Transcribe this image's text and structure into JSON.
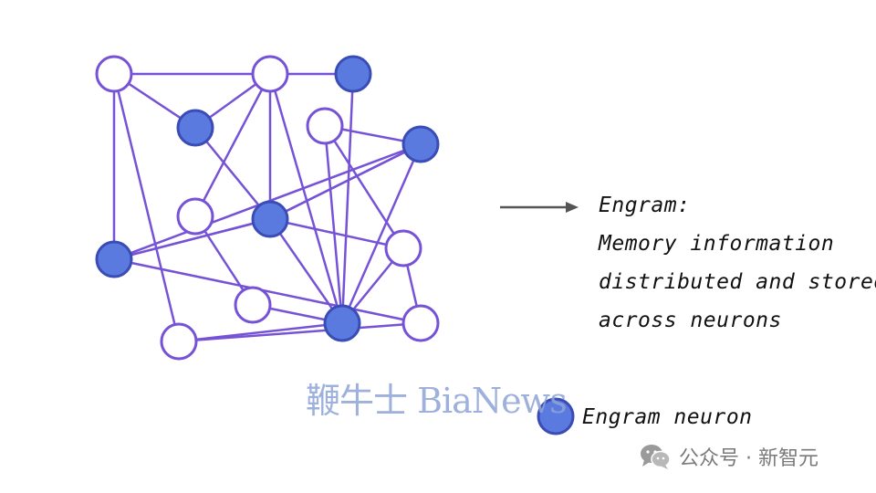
{
  "colors": {
    "edge": "#7653d6",
    "engram_fill": "#5b7ae0",
    "engram_stroke": "#3a4cb5",
    "arrow": "#555555"
  },
  "diagram": {
    "neurons": [
      {
        "id": "n1",
        "engram": false
      },
      {
        "id": "n2",
        "engram": false
      },
      {
        "id": "n3",
        "engram": true
      },
      {
        "id": "n4",
        "engram": true
      },
      {
        "id": "n5",
        "engram": false
      },
      {
        "id": "n6",
        "engram": true
      },
      {
        "id": "n7",
        "engram": false
      },
      {
        "id": "n8",
        "engram": true
      },
      {
        "id": "n9",
        "engram": true
      },
      {
        "id": "n10",
        "engram": false
      },
      {
        "id": "n11",
        "engram": false
      },
      {
        "id": "n12",
        "engram": true
      },
      {
        "id": "n13",
        "engram": false
      },
      {
        "id": "n14",
        "engram": false
      }
    ],
    "connections": [
      [
        "n1",
        "n2"
      ],
      [
        "n1",
        "n4"
      ],
      [
        "n1",
        "n9"
      ],
      [
        "n1",
        "n14"
      ],
      [
        "n2",
        "n4"
      ],
      [
        "n2",
        "n3"
      ],
      [
        "n2",
        "n8"
      ],
      [
        "n2",
        "n7"
      ],
      [
        "n2",
        "n12"
      ],
      [
        "n3",
        "n12"
      ],
      [
        "n4",
        "n8"
      ],
      [
        "n5",
        "n12"
      ],
      [
        "n5",
        "n6"
      ],
      [
        "n6",
        "n9"
      ],
      [
        "n6",
        "n12"
      ],
      [
        "n6",
        "n8"
      ],
      [
        "n7",
        "n11"
      ],
      [
        "n8",
        "n9"
      ],
      [
        "n8",
        "n6"
      ],
      [
        "n8",
        "n10"
      ],
      [
        "n8",
        "n12"
      ],
      [
        "n9",
        "n13"
      ],
      [
        "n9",
        "n8"
      ],
      [
        "n10",
        "n12"
      ],
      [
        "n10",
        "n13"
      ],
      [
        "n11",
        "n12"
      ],
      [
        "n12",
        "n14"
      ],
      [
        "n13",
        "n14"
      ],
      [
        "n5",
        "n10"
      ]
    ]
  },
  "annotation": {
    "lines": [
      "Engram:",
      "Memory information",
      "distributed and stored",
      "across neurons"
    ]
  },
  "legend": {
    "label": "Engram neuron"
  },
  "watermark": {
    "text": "鞭牛士 BiaNews"
  },
  "footer": {
    "wechat_label": "公众号 · 新智元",
    "icon": "wechat-icon"
  }
}
